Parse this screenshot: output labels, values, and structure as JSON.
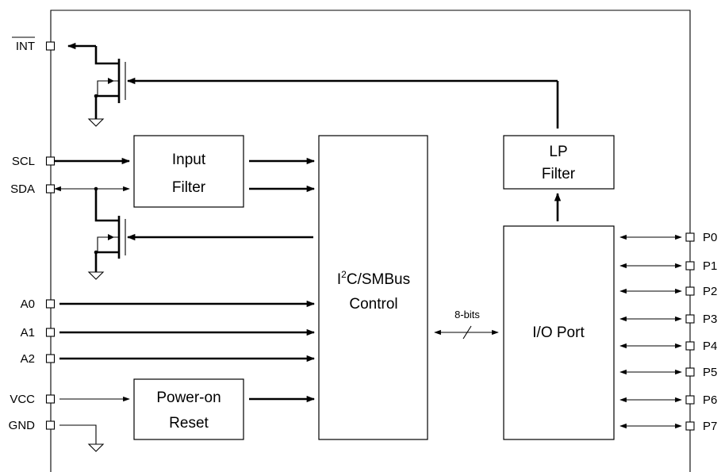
{
  "pins_left": {
    "int": "INT",
    "scl": "SCL",
    "sda": "SDA",
    "a0": "A0",
    "a1": "A1",
    "a2": "A2",
    "vcc": "VCC",
    "gnd": "GND"
  },
  "pins_right": [
    "P0",
    "P1",
    "P2",
    "P3",
    "P4",
    "P5",
    "P6",
    "P7"
  ],
  "blocks": {
    "input_filter": [
      "Input",
      "Filter"
    ],
    "power_on_reset": [
      "Power-on",
      "Reset"
    ],
    "i2c_control": {
      "prefix": "I",
      "sup": "2",
      "rest": "C/SMBus",
      "line2": "Control"
    },
    "lp_filter": [
      "LP",
      "Filter"
    ],
    "io_port": "I/O Port"
  },
  "bus_label": "8-bits"
}
